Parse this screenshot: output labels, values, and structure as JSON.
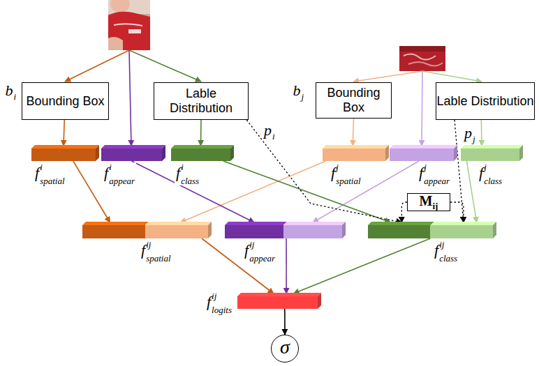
{
  "diagram": {
    "nodes": [
      {
        "text": [
          "b",
          "i",
          "Bounding Box"
        ]
      },
      {
        "text": [
          "Lable Distribution"
        ]
      },
      {
        "text": [
          "b",
          "j",
          "Bounding Box"
        ]
      },
      {
        "text": [
          "Lable Distribution"
        ]
      },
      {
        "text": [
          "f",
          "i",
          "spatial"
        ]
      },
      {
        "text": [
          "f",
          "i",
          "appear"
        ]
      },
      {
        "text": [
          "f",
          "i",
          "class"
        ]
      },
      {
        "text": [
          "f",
          "j",
          "spatial"
        ]
      },
      {
        "text": [
          "f",
          "j",
          "appear"
        ]
      },
      {
        "text": [
          "f",
          "j",
          "class"
        ]
      },
      {
        "text": [
          "M",
          "ij"
        ]
      },
      {
        "text": [
          "f",
          "ij",
          "spatial"
        ]
      },
      {
        "text": [
          "f",
          "ij",
          "appear"
        ]
      },
      {
        "text": [
          "f",
          "ij",
          "class"
        ]
      },
      {
        "text": [
          "f",
          "ij",
          "logits"
        ]
      },
      {
        "text": [
          "σ"
        ]
      }
    ],
    "edges": [
      {
        "from": 0,
        "to": 4,
        "arrow": "to"
      },
      {
        "from": 1,
        "to": 6,
        "arrow": "to"
      },
      {
        "from": 2,
        "to": 7,
        "arrow": "to"
      },
      {
        "from": 3,
        "to": 9,
        "arrow": "to"
      },
      {
        "from": 4,
        "to": 11,
        "arrow": "to"
      },
      {
        "from": 7,
        "to": 11,
        "arrow": "to"
      },
      {
        "from": 5,
        "to": 12,
        "arrow": "to"
      },
      {
        "from": 8,
        "to": 12,
        "arrow": "to"
      },
      {
        "from": 6,
        "to": 13,
        "arrow": "to"
      },
      {
        "from": 9,
        "to": 13,
        "arrow": "to"
      },
      {
        "from": 1,
        "to": 13,
        "arrow": "to"
      },
      {
        "from": 3,
        "to": 13,
        "arrow": "to"
      },
      {
        "from": 10,
        "to": 13,
        "arrow": "to"
      },
      {
        "from": 11,
        "to": 14,
        "arrow": "to"
      },
      {
        "from": 12,
        "to": 14,
        "arrow": "to"
      },
      {
        "from": 13,
        "to": 14,
        "arrow": "to"
      },
      {
        "from": 14,
        "to": 15,
        "arrow": "to"
      }
    ],
    "labels": [
      "p",
      "i",
      "p",
      "j"
    ]
  }
}
